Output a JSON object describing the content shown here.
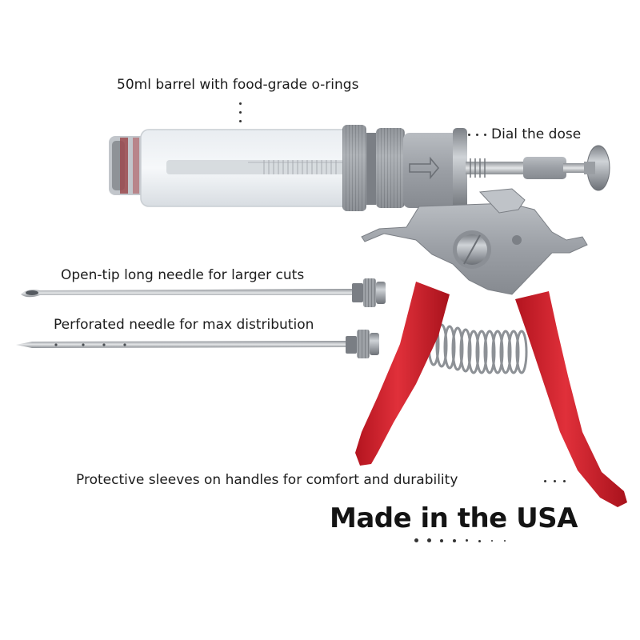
{
  "callouts": {
    "barrel": "50ml barrel with food-grade o-rings",
    "dial": "Dial the dose",
    "open_tip": "Open-tip long needle for larger cuts",
    "perforated": "Perforated needle for max distribution",
    "sleeves": "Protective sleeves on handles for comfort and durability"
  },
  "headline": "Made in the USA",
  "colors": {
    "handle_red": "#d41f2c",
    "metal": "#9fa3a8",
    "text": "#1c1c1c"
  }
}
